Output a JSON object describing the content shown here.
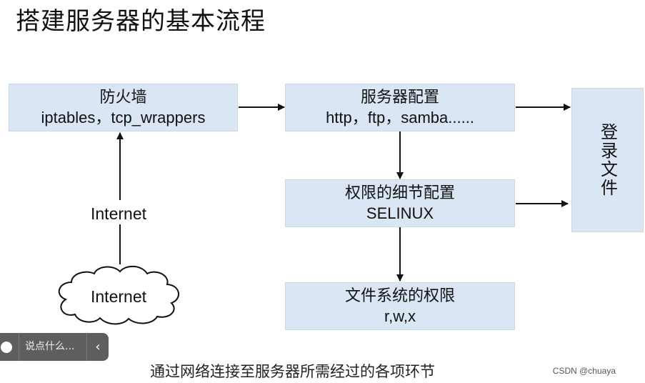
{
  "title": "搭建服务器的基本流程",
  "boxes": {
    "firewall": {
      "line1": "防火墙",
      "line2": "iptables，tcp_wrappers"
    },
    "server_config": {
      "line1": "服务器配置",
      "line2": "http，ftp，samba......"
    },
    "permission": {
      "line1": "权限的细节配置",
      "line2": "SELINUX"
    },
    "fs_permission": {
      "line1": "文件系统的权限",
      "line2": "r,w,x"
    },
    "login_file": {
      "label": "登录文件"
    }
  },
  "internet_label": "Internet",
  "cloud_label": "Internet",
  "caption": "通过网络连接至服务器所需经过的各项环节",
  "watermark": "CSDN @chuaya",
  "toolbar": {
    "placeholder": "说点什么...",
    "collapse_icon": "chevron-left-icon",
    "comment_icon": "chat-icon"
  },
  "colors": {
    "box_fill": "#dbe6f5",
    "arrow": "#111111",
    "toolbar_bg": "#5e5e5e"
  }
}
